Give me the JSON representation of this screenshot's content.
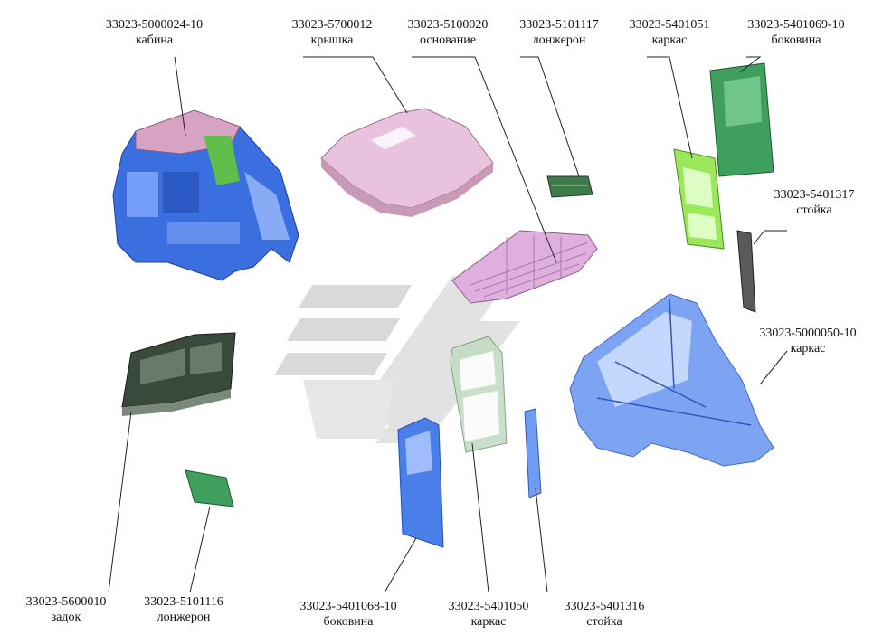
{
  "diagram": {
    "parts": [
      {
        "id": "cabin",
        "number": "33023-5000024-10",
        "name": "кабина"
      },
      {
        "id": "roof",
        "number": "33023-5700012",
        "name": "крышка"
      },
      {
        "id": "floor",
        "number": "33023-5100020",
        "name": "основание"
      },
      {
        "id": "spar-top",
        "number": "33023-5101117",
        "name": "лонжерон"
      },
      {
        "id": "frame-top",
        "number": "33023-5401051",
        "name": "каркас"
      },
      {
        "id": "side-top",
        "number": "33023-5401069-10",
        "name": "боковина"
      },
      {
        "id": "pillar-right",
        "number": "33023-5401317",
        "name": "стойка"
      },
      {
        "id": "body-frame",
        "number": "33023-5000050-10",
        "name": "каркас"
      },
      {
        "id": "rear",
        "number": "33023-5600010",
        "name": "задок"
      },
      {
        "id": "spar-bottom",
        "number": "33023-5101116",
        "name": "лонжерон"
      },
      {
        "id": "side-bottom",
        "number": "33023-5401068-10",
        "name": "боковина"
      },
      {
        "id": "frame-bottom",
        "number": "33023-5401050",
        "name": "каркас"
      },
      {
        "id": "pillar-bottom",
        "number": "33023-5401316",
        "name": "стойка"
      }
    ],
    "colors": {
      "cabin": "#3b6fe0",
      "roof": "#e4b6d6",
      "floor": "#d9a6d9",
      "green_dark": "#2f8f52",
      "green_light": "#8be04e",
      "blue_panel": "#4a7ee8",
      "frame_blue": "#5a8cf0",
      "logo": "#b9bdb9",
      "rear": "#3a4a3a",
      "leader": "#222222"
    }
  }
}
